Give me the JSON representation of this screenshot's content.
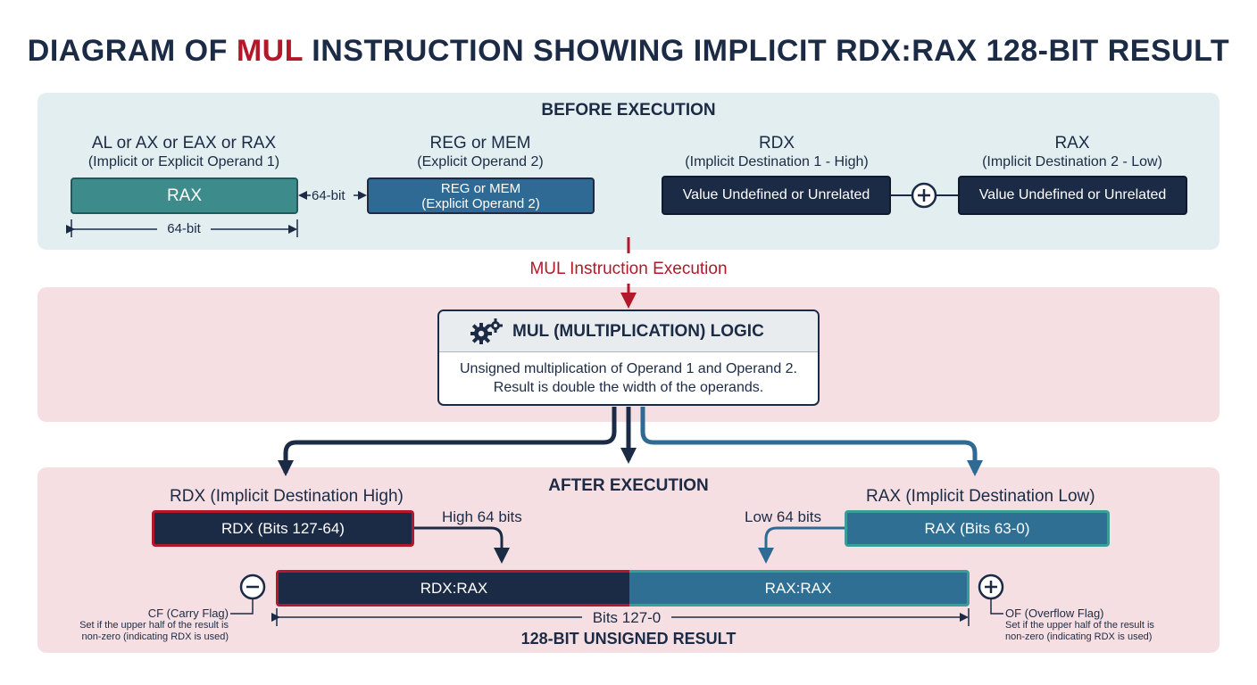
{
  "title": {
    "prefix": "DIAGRAM OF ",
    "accent": "MUL",
    "suffix": " INSTRUCTION SHOWING IMPLICIT RDX:RAX 128-BIT RESULT"
  },
  "before": {
    "title": "BEFORE EXECUTION",
    "operand1": {
      "head": "AL or AX or EAX or RAX",
      "sub": "(Implicit or Explicit Operand 1)",
      "box": "RAX",
      "width_label": "64-bit"
    },
    "between_label": "64-bit",
    "operand2": {
      "head": "REG or MEM",
      "sub": "(Explicit Operand 2)",
      "box_line1": "REG or MEM",
      "box_line2": "(Explicit Operand 2)"
    },
    "dest_high": {
      "head": "RDX",
      "sub": "(Implicit Destination 1 - High)",
      "box": "Value Undefined or Unrelated"
    },
    "dest_low": {
      "head": "RAX",
      "sub": "(Implicit Destination 2 - Low)",
      "box": "Value Undefined or Unrelated"
    }
  },
  "execution_label": "MUL Instruction Execution",
  "mul_logic": {
    "title": "MUL (MULTIPLICATION) LOGIC",
    "line1": "Unsigned multiplication of Operand 1 and Operand 2.",
    "line2": "Result is double the width of the operands."
  },
  "after": {
    "title": "AFTER EXECUTION",
    "rdx_head": "RDX (Implicit Destination High)",
    "rdx_box": "RDX (Bits 127-64)",
    "high_label": "High 64 bits",
    "rax_head": "RAX (Implicit Destination Low)",
    "rax_box": "RAX (Bits 63-0)",
    "low_label": "Low 64 bits",
    "result_left": "RDX:RAX",
    "result_right": "RAX:RAX",
    "bits_label": "Bits 127-0",
    "result_caption": "128-BIT UNSIGNED RESULT",
    "cf_title": "CF (Carry Flag)",
    "cf_desc": [
      "Set if the upper half of the result is",
      "non-zero (indicating RDX is used)"
    ],
    "of_title": "OF (Overflow Flag)",
    "of_desc": [
      "Set if the upper half of the result is",
      "non-zero (indicating RDX is used)"
    ]
  },
  "colors": {
    "navy": "#1c2b45",
    "red": "#b3182a",
    "teal": "#3d8c8b",
    "blue": "#2e6a93",
    "panel_before": "#e2eef0",
    "panel_after": "#f6dfe2"
  },
  "icons": [
    "gears-icon",
    "plus-circle-icon",
    "minus-circle-icon"
  ]
}
